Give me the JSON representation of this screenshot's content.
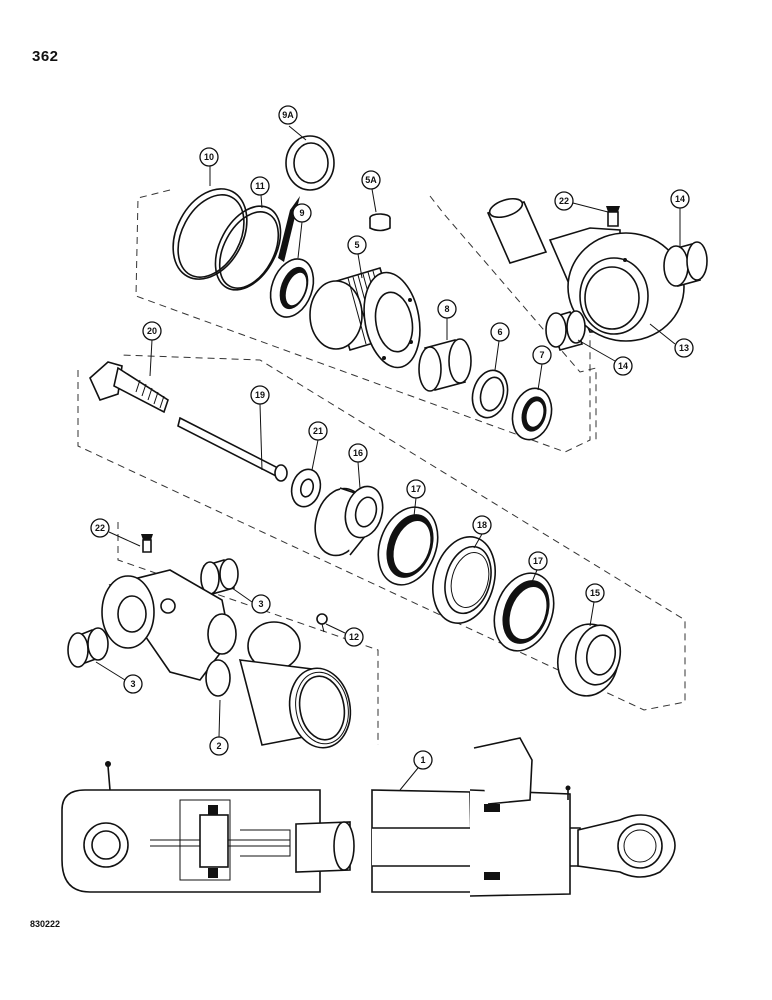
{
  "page_number": "362",
  "figure_code": "830222",
  "callouts": [
    {
      "label": "9A"
    },
    {
      "label": "10"
    },
    {
      "label": "11"
    },
    {
      "label": "9"
    },
    {
      "label": "5A"
    },
    {
      "label": "5"
    },
    {
      "label": "22"
    },
    {
      "label": "14"
    },
    {
      "label": "14"
    },
    {
      "label": "13"
    },
    {
      "label": "8"
    },
    {
      "label": "6"
    },
    {
      "label": "7"
    },
    {
      "label": "20"
    },
    {
      "label": "19"
    },
    {
      "label": "21"
    },
    {
      "label": "16"
    },
    {
      "label": "17"
    },
    {
      "label": "18"
    },
    {
      "label": "17"
    },
    {
      "label": "15"
    },
    {
      "label": "22"
    },
    {
      "label": "3"
    },
    {
      "label": "3"
    },
    {
      "label": "12"
    },
    {
      "label": "2"
    },
    {
      "label": "1"
    }
  ]
}
